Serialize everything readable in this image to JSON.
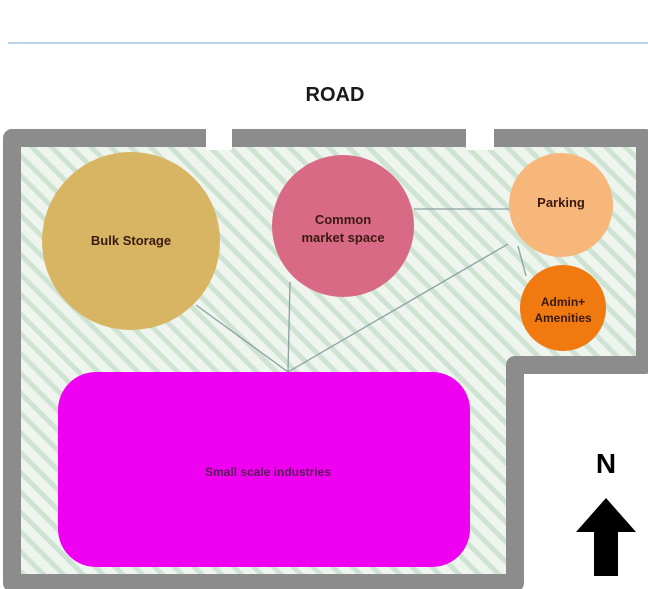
{
  "diagram": {
    "road_label": "ROAD",
    "north_label": "N",
    "zones": {
      "bulk_storage": "Bulk Storage",
      "common_market": [
        "Common",
        "market space"
      ],
      "parking": "Parking",
      "admin": [
        "Admin+",
        "Amenities"
      ],
      "small_scale": "Small scale industries"
    },
    "colors": {
      "wall": "#8c8c8c",
      "site_fill": "#eef5ee",
      "hatch": "#cfe3d3",
      "bulk_storage": "#d8b562",
      "common_market": "#d86a86",
      "parking": "#f7b77a",
      "admin": "#f07a10",
      "small_scale": "#f000f0",
      "connector": "#8aa0a0"
    },
    "icons": [
      "north-arrow-icon"
    ]
  }
}
